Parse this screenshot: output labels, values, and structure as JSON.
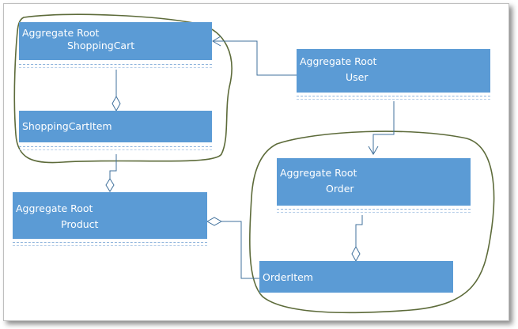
{
  "classes": {
    "shopping_cart": {
      "stereotype": "Aggregate Root",
      "name": "ShoppingCart"
    },
    "user": {
      "stereotype": "Aggregate Root",
      "name": "User"
    },
    "shopping_cart_item": {
      "name": "ShoppingCartItem"
    },
    "product": {
      "stereotype": "Aggregate Root",
      "name": "Product"
    },
    "order": {
      "stereotype": "Aggregate Root",
      "name": "Order"
    },
    "order_item": {
      "name": "OrderItem"
    }
  },
  "colors": {
    "class_fill": "#5b9bd5",
    "connector": "#41719c",
    "boundary_outline": "#5d6b3a"
  }
}
